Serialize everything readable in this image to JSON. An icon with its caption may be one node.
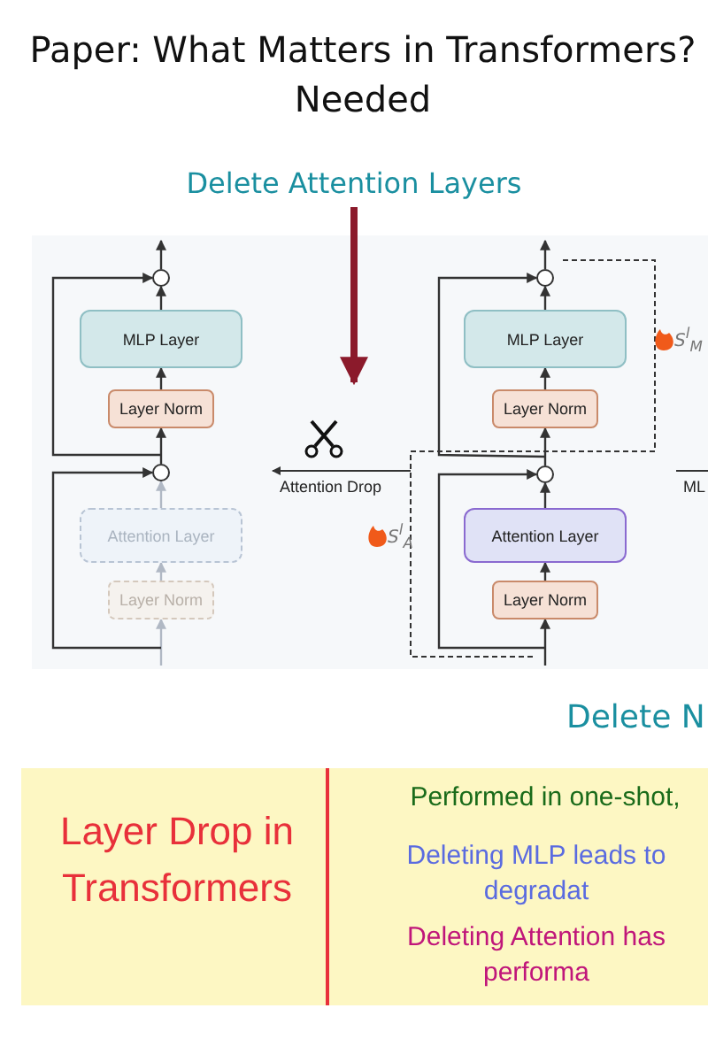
{
  "diagram": {
    "title": "Paper: What Matters in Transformers? Needed",
    "nodes": [
      {
        "text": [
          "Delete Attention Layers"
        ]
      },
      {
        "text": [],
        "shape": "circle"
      },
      {
        "text": [
          "MLP Layer"
        ]
      },
      {
        "text": [
          "Layer Norm"
        ]
      },
      {
        "text": [],
        "shape": "circle"
      },
      {
        "text": [
          "Attention Layer"
        ]
      },
      {
        "text": [
          "Layer Norm"
        ]
      },
      {
        "text": [],
        "shape": "circle"
      },
      {
        "text": [
          "MLP Layer"
        ]
      },
      {
        "text": [
          "Layer Norm"
        ]
      },
      {
        "text": [],
        "shape": "circle"
      },
      {
        "text": [
          "Attention Layer"
        ]
      },
      {
        "text": [
          "Layer Norm"
        ]
      },
      {
        "text": [
          "Layer Drop in Transformers",
          "Performed in one-shot,",
          "Deleting MLP leads to degradat",
          "Deleting Attention has performa"
        ]
      }
    ],
    "edges": [
      {
        "from": 0,
        "to": null,
        "arrow": "to",
        "style": "thick",
        "color": "#8b1a2b"
      },
      {
        "from": null,
        "to": 6,
        "arrow": "to",
        "color": "#b0b8c4"
      },
      {
        "from": 6,
        "to": 5,
        "arrow": "to",
        "color": "#b0b8c4"
      },
      {
        "from": 5,
        "to": 4,
        "arrow": "to",
        "color": "#b0b8c4"
      },
      {
        "from": 4,
        "to": 3,
        "arrow": "to"
      },
      {
        "from": 3,
        "to": 2,
        "arrow": "to"
      },
      {
        "from": 2,
        "to": 1,
        "arrow": "to"
      },
      {
        "from": 1,
        "to": null,
        "arrow": "to"
      },
      {
        "from": null,
        "to": 4,
        "arrow": "to"
      },
      {
        "from": 4,
        "to": 1,
        "arrow": "to"
      },
      {
        "from": null,
        "to": 12,
        "arrow": "to"
      },
      {
        "from": 12,
        "to": 11,
        "arrow": "to"
      },
      {
        "from": 11,
        "to": 10,
        "arrow": "to"
      },
      {
        "from": 10,
        "to": 9,
        "arrow": "to"
      },
      {
        "from": 9,
        "to": 8,
        "arrow": "to"
      },
      {
        "from": 8,
        "to": 7,
        "arrow": "to"
      },
      {
        "from": 7,
        "to": null,
        "arrow": "to"
      },
      {
        "from": null,
        "to": 10,
        "arrow": "to"
      },
      {
        "from": 10,
        "to": 7,
        "arrow": "to"
      }
    ],
    "labels": [
      "S$^{l}$$_{M}$",
      "Attention Drop",
      "ML",
      "S$^{l}$$_{A}$",
      "Delete N"
    ]
  }
}
